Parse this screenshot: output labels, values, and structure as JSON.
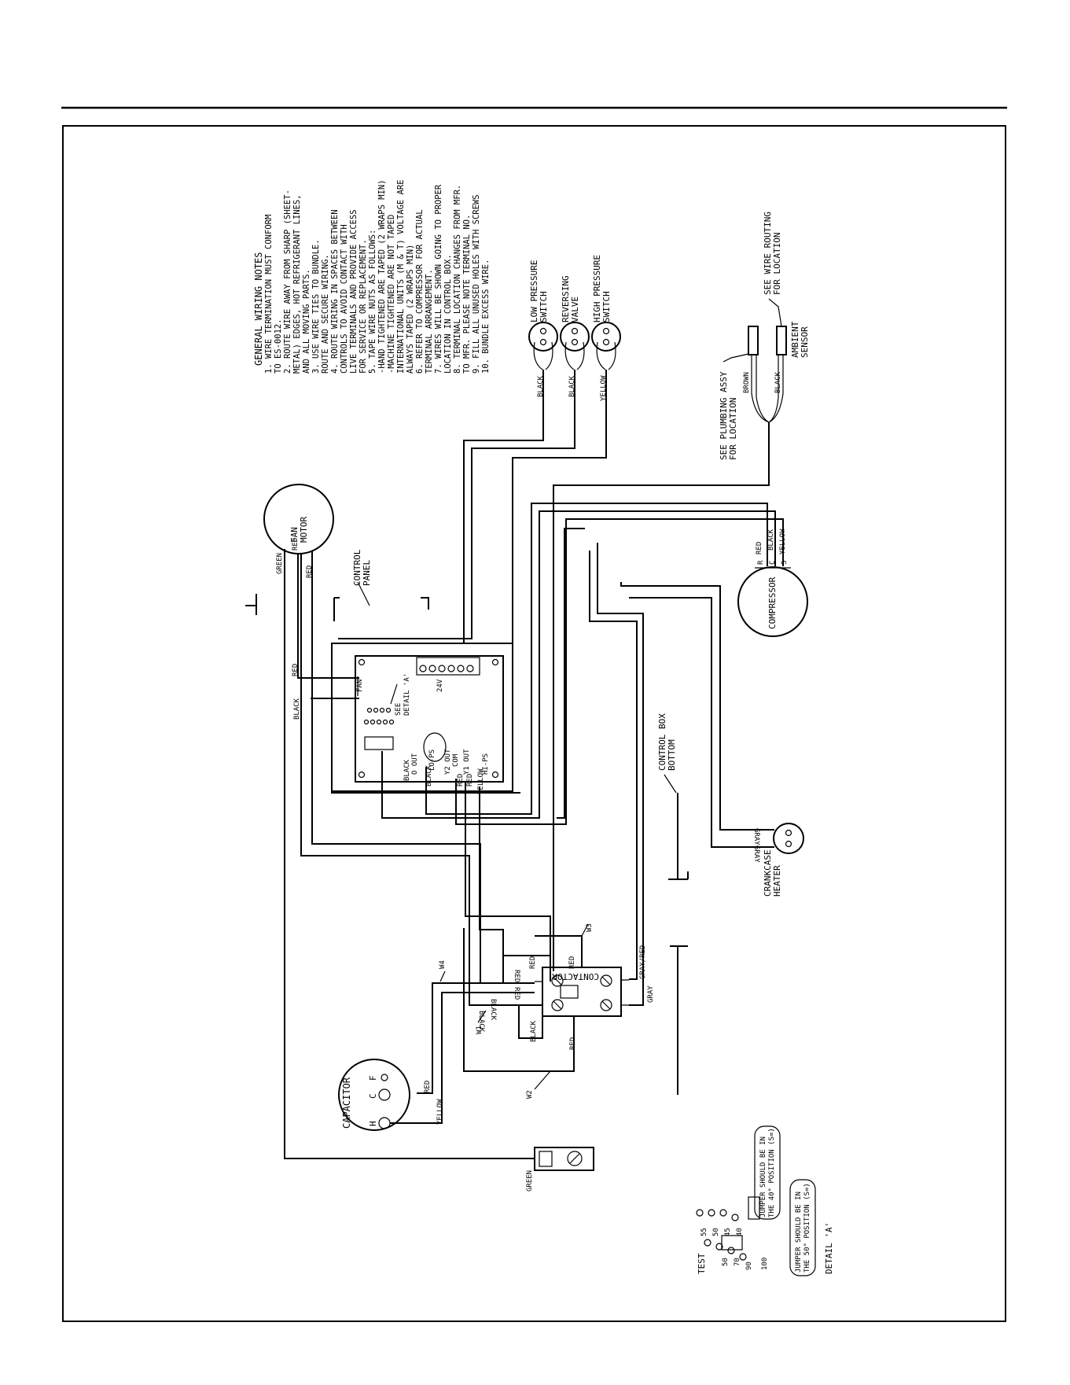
{
  "notes": {
    "title": "GENERAL WIRING NOTES",
    "lines": [
      "1. WIRE TERMINATION MUST CONFORM",
      "   TO ES-0012.",
      "2. ROUTE WIRE AWAY FROM SHARP (SHEET-",
      "   METAL) EDGES, HOT REFRIGERANT LINES,",
      "   AND ALL MOVING PARTS.",
      "3. USE WIRE TIES TO BUNDLE.",
      "   ROUTE AND SECURE WIRING.",
      "4. ROUTE WIRING IN SPACES BETWEEN",
      "   CONTROLS TO AVOID CONTACT WITH",
      "   LIVE TERMINALS AND PROVIDE ACCESS",
      "   FOR SERVICE OR REPLACEMENT.",
      "5. TAPE WIRE NUTS AS FOLLOWS:",
      "   -HAND TIGHTENED ARE TAPED (2 WRAPS MIN)",
      "   -MACHINE TIGHTENED ARE NOT TAPED",
      "   INTERNATIONAL UNITS (M & T) VOLTAGE ARE",
      "   ALWAYS TAPED (2 WRAPS MIN)",
      "6. REFER TO COMPRESSOR FOR ACTUAL",
      "   TERMINAL ARRANGEMENT.",
      "7. WIRES WILL BE SHOWN GOING TO PROPER",
      "   LOCATION IN CONTROL BOX.",
      "8. TERMINAL LOCATION CHANGES FROM MFR.",
      "   TO MFR. PLEASE NOTE TERMINAL NO.",
      "9. FILL ALL UNUSED HOLES WITH SCREWS",
      "10. BUNDLE EXCESS WIRE."
    ]
  },
  "components": {
    "low_pressure": [
      "LOW PRESSURE",
      "SWITCH"
    ],
    "reversing": [
      "REVERSING",
      "VALVE"
    ],
    "high_pressure": [
      "HIGH PRESSURE",
      "SWITCH"
    ],
    "wire_routing": [
      "SEE WIRE ROUTING",
      "FOR LOCATION"
    ],
    "ambient": [
      "AMBIENT",
      "SENSOR"
    ],
    "plumbing": [
      "SEE PLUMBING ASSY",
      "FOR LOCATION"
    ],
    "fan_motor": [
      "FAN",
      "MOTOR"
    ],
    "control_panel": [
      "CONTROL",
      "PANEL"
    ],
    "compressor": "COMPRESSOR",
    "control_box": [
      "CONTROL BOX",
      "BOTTOM"
    ],
    "crankcase": [
      "CRANKCASE",
      "HEATER"
    ],
    "contactor": "CONTACTOR",
    "capacitor": "CAPACITOR",
    "see_detail": [
      "SEE",
      "DETAIL 'A'"
    ],
    "detail_title": "DETAIL 'A'"
  },
  "wire_colors": {
    "black": "BLACK",
    "yellow": "YELLOW",
    "brown": "BROWN",
    "green": "GREEN",
    "red": "RED",
    "gray": "GRAY",
    "gray_red": "GRAY/RED"
  },
  "wire_ids": {
    "w1": "W1",
    "w2": "W2",
    "w3": "W3",
    "w4": "W4"
  },
  "terminals": {
    "r": "R",
    "c": "C",
    "s": "S",
    "cap_h": "H",
    "cap_c": "C",
    "cap_f": "F",
    "fan": "FAN",
    "o_out": "O OUT",
    "lo_ps": "LO-PS",
    "y2_out": "Y2 OUT",
    "com": "COM",
    "y1_out": "Y1 OUT",
    "hi_ps": "HI-PS",
    "v24": "24V"
  },
  "detail": {
    "test": "TEST",
    "ring_values": [
      "55",
      "50",
      "45",
      "40",
      "50",
      "70",
      "90",
      "100"
    ],
    "jumper_40": [
      "JUMPER SHOULD BE IN",
      "THE 40° POSITION (S=)"
    ],
    "jumper_50": [
      "JUMPER SHOULD BE IN",
      "THE 50° POSITION (S=)"
    ]
  }
}
